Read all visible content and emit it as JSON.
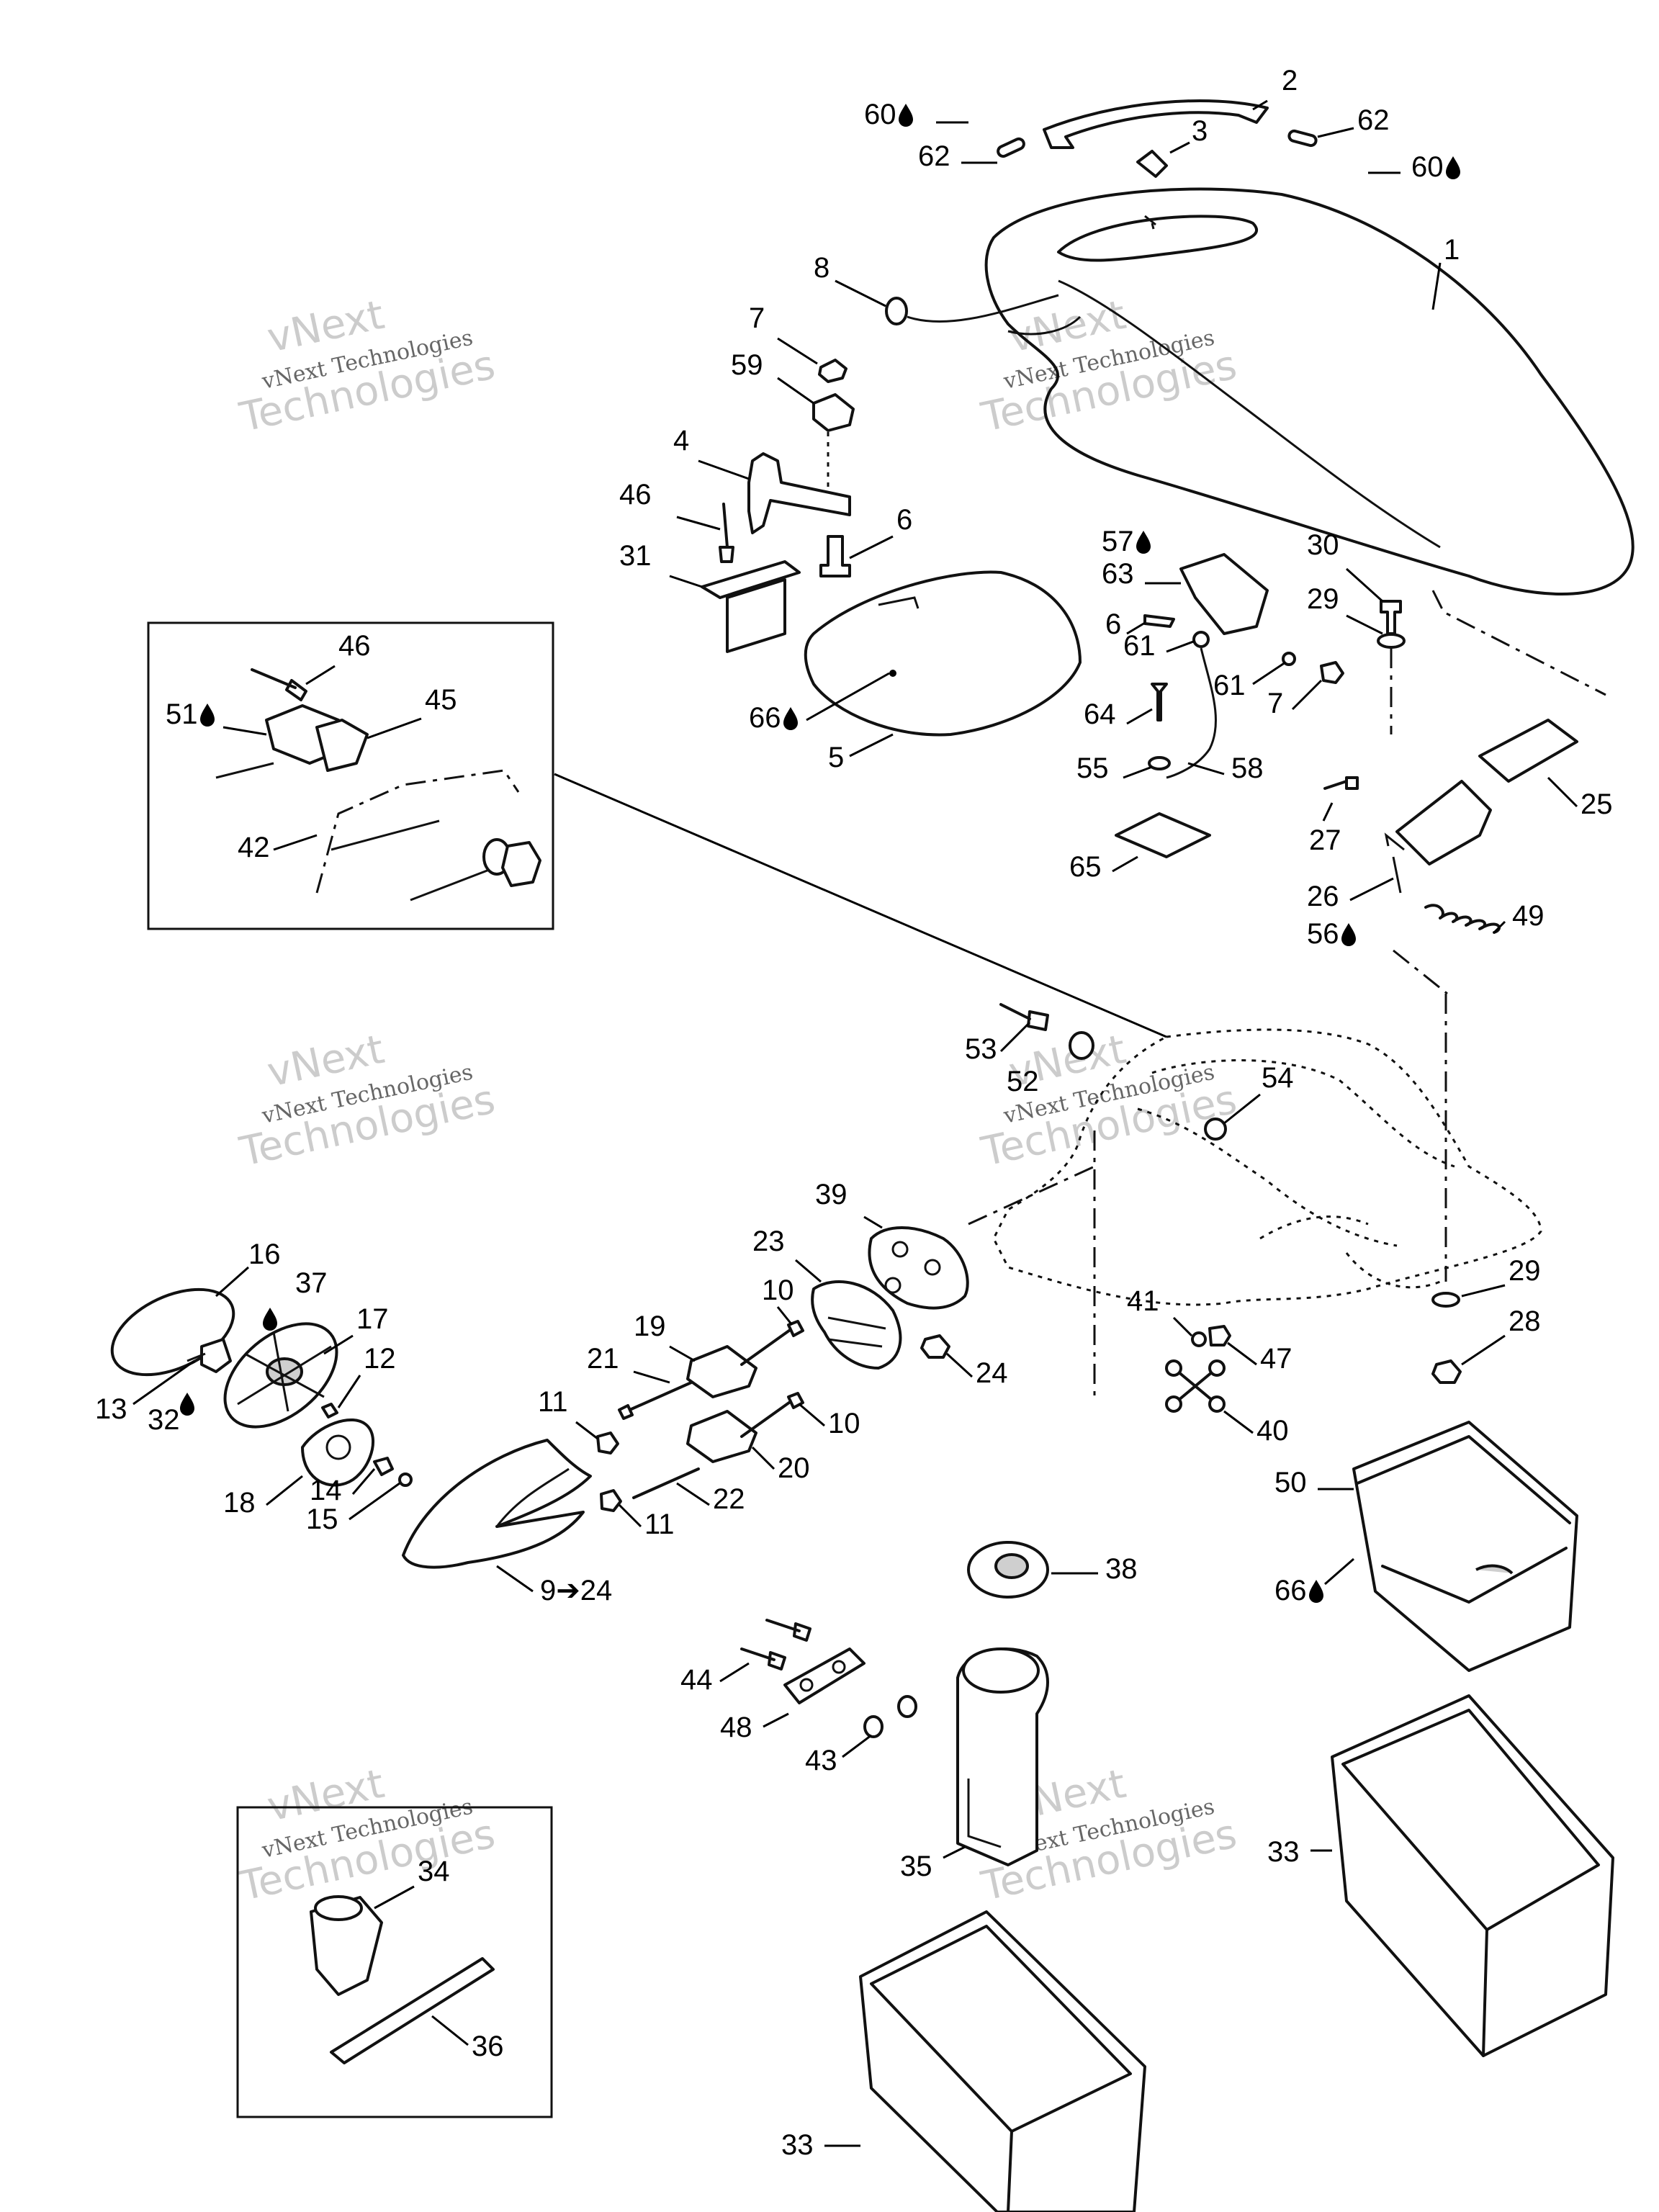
{
  "watermark": {
    "line1": "vNext",
    "line2": "vNext Technologies",
    "line3": "Technologies"
  },
  "labels": [
    {
      "id": "l60a",
      "text": "60",
      "oil": true
    },
    {
      "id": "l62a",
      "text": "62",
      "oil": false
    },
    {
      "id": "l2",
      "text": "2",
      "oil": false
    },
    {
      "id": "l3",
      "text": "3",
      "oil": false
    },
    {
      "id": "l62b",
      "text": "62",
      "oil": false
    },
    {
      "id": "l60b",
      "text": "60",
      "oil": true
    },
    {
      "id": "l1",
      "text": "1",
      "oil": false
    },
    {
      "id": "l8",
      "text": "8",
      "oil": false
    },
    {
      "id": "l7a",
      "text": "7",
      "oil": false
    },
    {
      "id": "l59",
      "text": "59",
      "oil": false
    },
    {
      "id": "l4",
      "text": "4",
      "oil": false
    },
    {
      "id": "l46a",
      "text": "46",
      "oil": false
    },
    {
      "id": "l6a",
      "text": "6",
      "oil": false
    },
    {
      "id": "l31",
      "text": "31",
      "oil": false
    },
    {
      "id": "l57",
      "text": "57",
      "oil": true
    },
    {
      "id": "l63",
      "text": "63",
      "oil": false
    },
    {
      "id": "l30",
      "text": "30",
      "oil": false
    },
    {
      "id": "l29a",
      "text": "29",
      "oil": false
    },
    {
      "id": "l6b",
      "text": "6",
      "oil": false
    },
    {
      "id": "l61a",
      "text": "61",
      "oil": false
    },
    {
      "id": "l61b",
      "text": "61",
      "oil": false
    },
    {
      "id": "l7b",
      "text": "7",
      "oil": false
    },
    {
      "id": "l66a",
      "text": "66",
      "oil": true
    },
    {
      "id": "l5",
      "text": "5",
      "oil": false
    },
    {
      "id": "l64",
      "text": "64",
      "oil": false
    },
    {
      "id": "l55",
      "text": "55",
      "oil": false
    },
    {
      "id": "l58",
      "text": "58",
      "oil": false
    },
    {
      "id": "l25",
      "text": "25",
      "oil": false
    },
    {
      "id": "l27",
      "text": "27",
      "oil": false
    },
    {
      "id": "l65",
      "text": "65",
      "oil": false
    },
    {
      "id": "l26",
      "text": "26",
      "oil": false
    },
    {
      "id": "l56",
      "text": "56",
      "oil": true
    },
    {
      "id": "l49",
      "text": "49",
      "oil": false
    },
    {
      "id": "l46b",
      "text": "46",
      "oil": false
    },
    {
      "id": "l45",
      "text": "45",
      "oil": false
    },
    {
      "id": "l51",
      "text": "51",
      "oil": true
    },
    {
      "id": "l42",
      "text": "42",
      "oil": false
    },
    {
      "id": "l53",
      "text": "53",
      "oil": false
    },
    {
      "id": "l52",
      "text": "52",
      "oil": false
    },
    {
      "id": "l54",
      "text": "54",
      "oil": false
    },
    {
      "id": "l39",
      "text": "39",
      "oil": false
    },
    {
      "id": "l23",
      "text": "23",
      "oil": false
    },
    {
      "id": "l16",
      "text": "16",
      "oil": false
    },
    {
      "id": "l37",
      "text": "37",
      "oil": false
    },
    {
      "id": "l17",
      "text": "17",
      "oil": false
    },
    {
      "id": "l10a",
      "text": "10",
      "oil": false
    },
    {
      "id": "l19",
      "text": "19",
      "oil": false
    },
    {
      "id": "l21",
      "text": "21",
      "oil": false
    },
    {
      "id": "l24",
      "text": "24",
      "oil": false
    },
    {
      "id": "l41",
      "text": "41",
      "oil": false
    },
    {
      "id": "l47",
      "text": "47",
      "oil": false
    },
    {
      "id": "l29b",
      "text": "29",
      "oil": false
    },
    {
      "id": "l28",
      "text": "28",
      "oil": false
    },
    {
      "id": "l12",
      "text": "12",
      "oil": false
    },
    {
      "id": "l13",
      "text": "13",
      "oil": false
    },
    {
      "id": "l32",
      "text": "32",
      "oil": false
    },
    {
      "id": "l11a",
      "text": "11",
      "oil": false
    },
    {
      "id": "l10b",
      "text": "10",
      "oil": false
    },
    {
      "id": "l40",
      "text": "40",
      "oil": false
    },
    {
      "id": "l20",
      "text": "20",
      "oil": false
    },
    {
      "id": "l14",
      "text": "14",
      "oil": false
    },
    {
      "id": "l18",
      "text": "18",
      "oil": false
    },
    {
      "id": "l15",
      "text": "15",
      "oil": false
    },
    {
      "id": "l22",
      "text": "22",
      "oil": false
    },
    {
      "id": "l11b",
      "text": "11",
      "oil": false
    },
    {
      "id": "l50",
      "text": "50",
      "oil": false
    },
    {
      "id": "l9",
      "text": "9➔24",
      "oil": false
    },
    {
      "id": "l38",
      "text": "38",
      "oil": false
    },
    {
      "id": "l66b",
      "text": "66",
      "oil": true
    },
    {
      "id": "l44",
      "text": "44",
      "oil": false
    },
    {
      "id": "l48",
      "text": "48",
      "oil": false
    },
    {
      "id": "l43",
      "text": "43",
      "oil": false
    },
    {
      "id": "l34",
      "text": "34",
      "oil": false
    },
    {
      "id": "l35",
      "text": "35",
      "oil": false
    },
    {
      "id": "l33a",
      "text": "33",
      "oil": false
    },
    {
      "id": "l36",
      "text": "36",
      "oil": false
    },
    {
      "id": "l33b",
      "text": "33",
      "oil": false
    }
  ]
}
